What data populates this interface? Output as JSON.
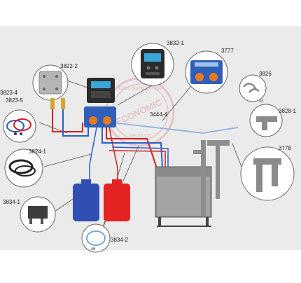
{
  "parts": {
    "p3832_1": "3832-1",
    "p3777": "3777",
    "p3822_2": "3822-2",
    "p3826": "3826",
    "p3823_4": "3823-4",
    "p3823_5": "3823-5",
    "p3444_4": "3444-4",
    "p3828_1": "3828-1",
    "p3824_1": "3824-1",
    "p3778": "3778",
    "p3834_1": "3834-1",
    "p3834_2": "3834-2"
  },
  "qty": {
    "x2": "x2",
    "x6": "x6"
  },
  "watermark": {
    "line1": "EASY INSTALLATION",
    "line2": "ECONOMIC",
    "line3": "PRODUCT"
  },
  "colors": {
    "background": "#ebebeb",
    "red_line": "#d21e1e",
    "blue_line": "#2a5fc9",
    "light_blue_line": "#8fb3e6",
    "red_canister": "#e32322",
    "blue_canister": "#2f4fb5",
    "tank": "#8a8a8a"
  }
}
